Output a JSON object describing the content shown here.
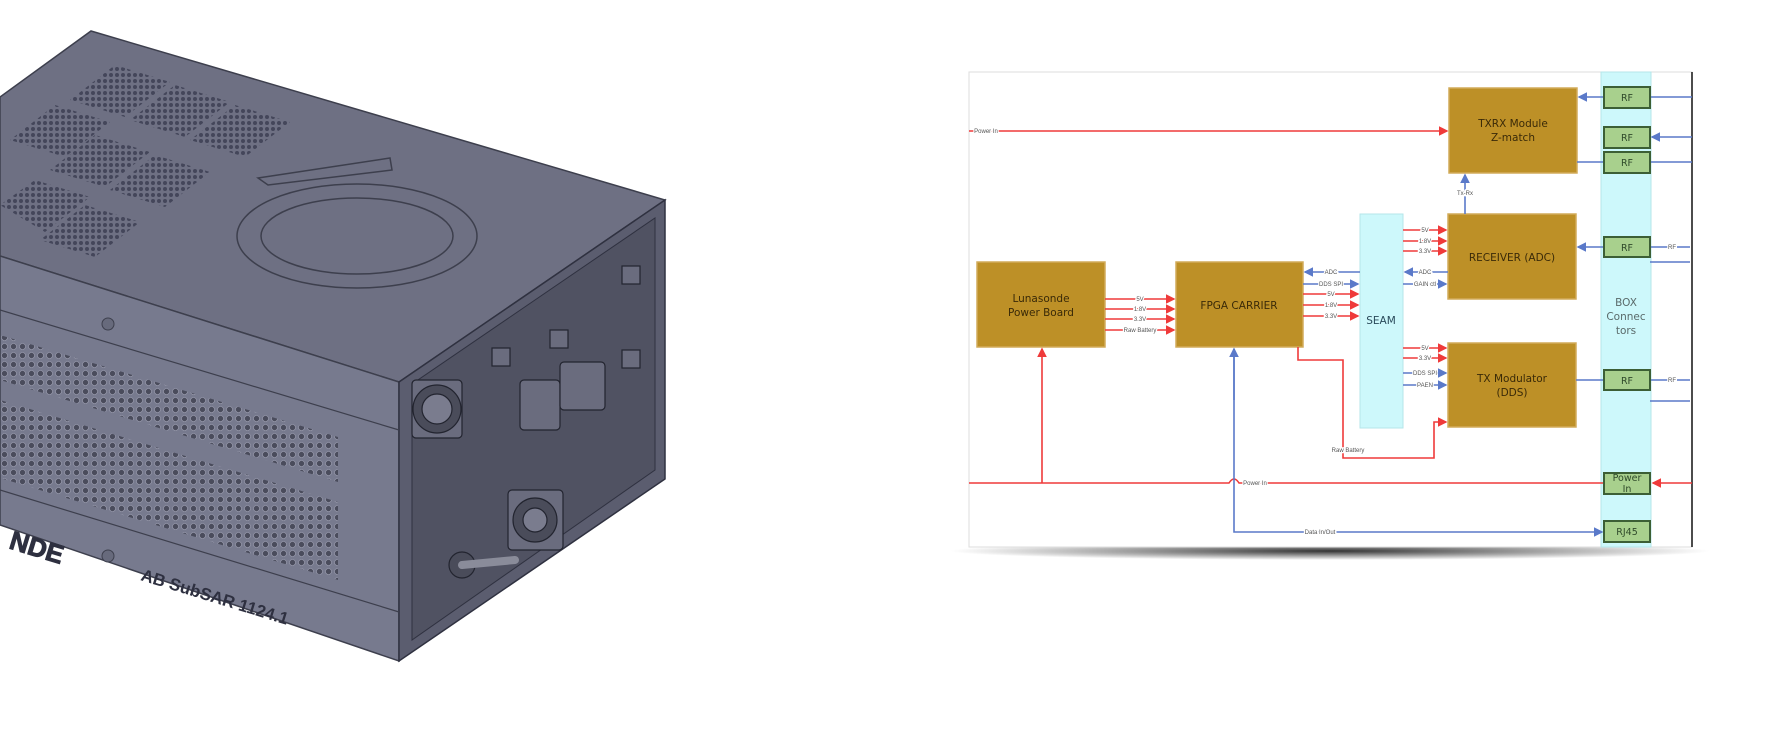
{
  "render": {
    "logo_partial": "NDE",
    "model_label": "AB SubSAR 1124.1",
    "colors": {
      "top": "#6e7083",
      "front": "#777a8e",
      "side": "#5b5d6f"
    }
  },
  "diagram": {
    "blocks": {
      "power_board": [
        "Lunasonde",
        "Power Board"
      ],
      "fpga": "FPGA CARRIER",
      "seam": "SEAM",
      "txrx": [
        "TXRX Module",
        "Z-match"
      ],
      "receiver": "RECEIVER (ADC)",
      "tx_mod": [
        "TX Modulator",
        "(DDS)"
      ],
      "box_connectors": [
        "BOX",
        "Connec",
        "tors"
      ]
    },
    "connectors": {
      "rf": "RF",
      "power_in": [
        "Power",
        "In"
      ],
      "rj45": "RJ45"
    },
    "signals": {
      "power_to_fpga": [
        "5V",
        "1.8V",
        "3.3V",
        "Raw Battery"
      ],
      "fpga_seam": [
        "ADC",
        "DDS SPI",
        "5V",
        "1.8V",
        "3.3V"
      ],
      "seam_receiver": [
        "5V",
        "1.8V",
        "3.3V",
        "ADC",
        "GAIN ctl"
      ],
      "seam_tx": [
        "5V",
        "3.3V",
        "DDS SPI",
        "PAEN"
      ],
      "power_in_top": "Power In",
      "tx_rx": "Tx-Rx",
      "rf_out": "RF",
      "raw_battery": "Raw Battery",
      "power_in_bottom": "Power In",
      "data_in_out": "Data In/Out"
    },
    "colors": {
      "block": "#bd9027",
      "bus": "#cdf8fb",
      "connector": "#a8d08d",
      "power": "#ef3a3a",
      "data": "#5a79c9"
    }
  }
}
